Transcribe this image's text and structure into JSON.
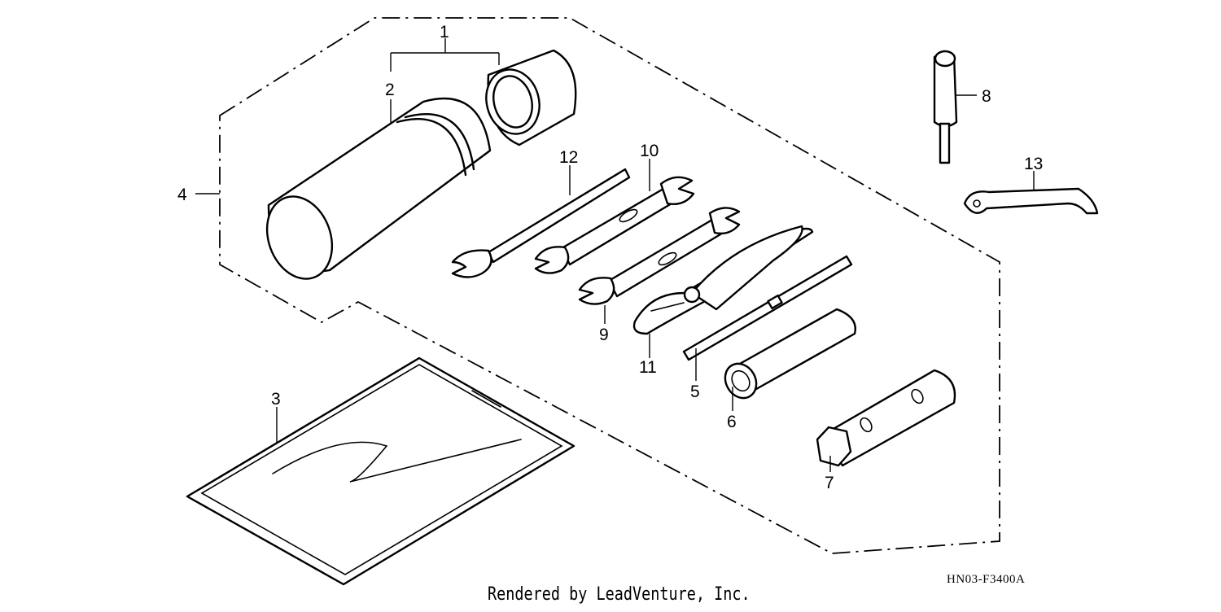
{
  "diagram": {
    "drawing_code": "HN03-F3400A",
    "credit": "Rendered by LeadVenture, Inc.",
    "callouts": [
      {
        "id": "1",
        "text": "1"
      },
      {
        "id": "2",
        "text": "2"
      },
      {
        "id": "3",
        "text": "3"
      },
      {
        "id": "4",
        "text": "4"
      },
      {
        "id": "5",
        "text": "5"
      },
      {
        "id": "6",
        "text": "6"
      },
      {
        "id": "7",
        "text": "7"
      },
      {
        "id": "8",
        "text": "8"
      },
      {
        "id": "9",
        "text": "9"
      },
      {
        "id": "10",
        "text": "10"
      },
      {
        "id": "11",
        "text": "11"
      },
      {
        "id": "12",
        "text": "12"
      },
      {
        "id": "13",
        "text": "13"
      }
    ]
  }
}
